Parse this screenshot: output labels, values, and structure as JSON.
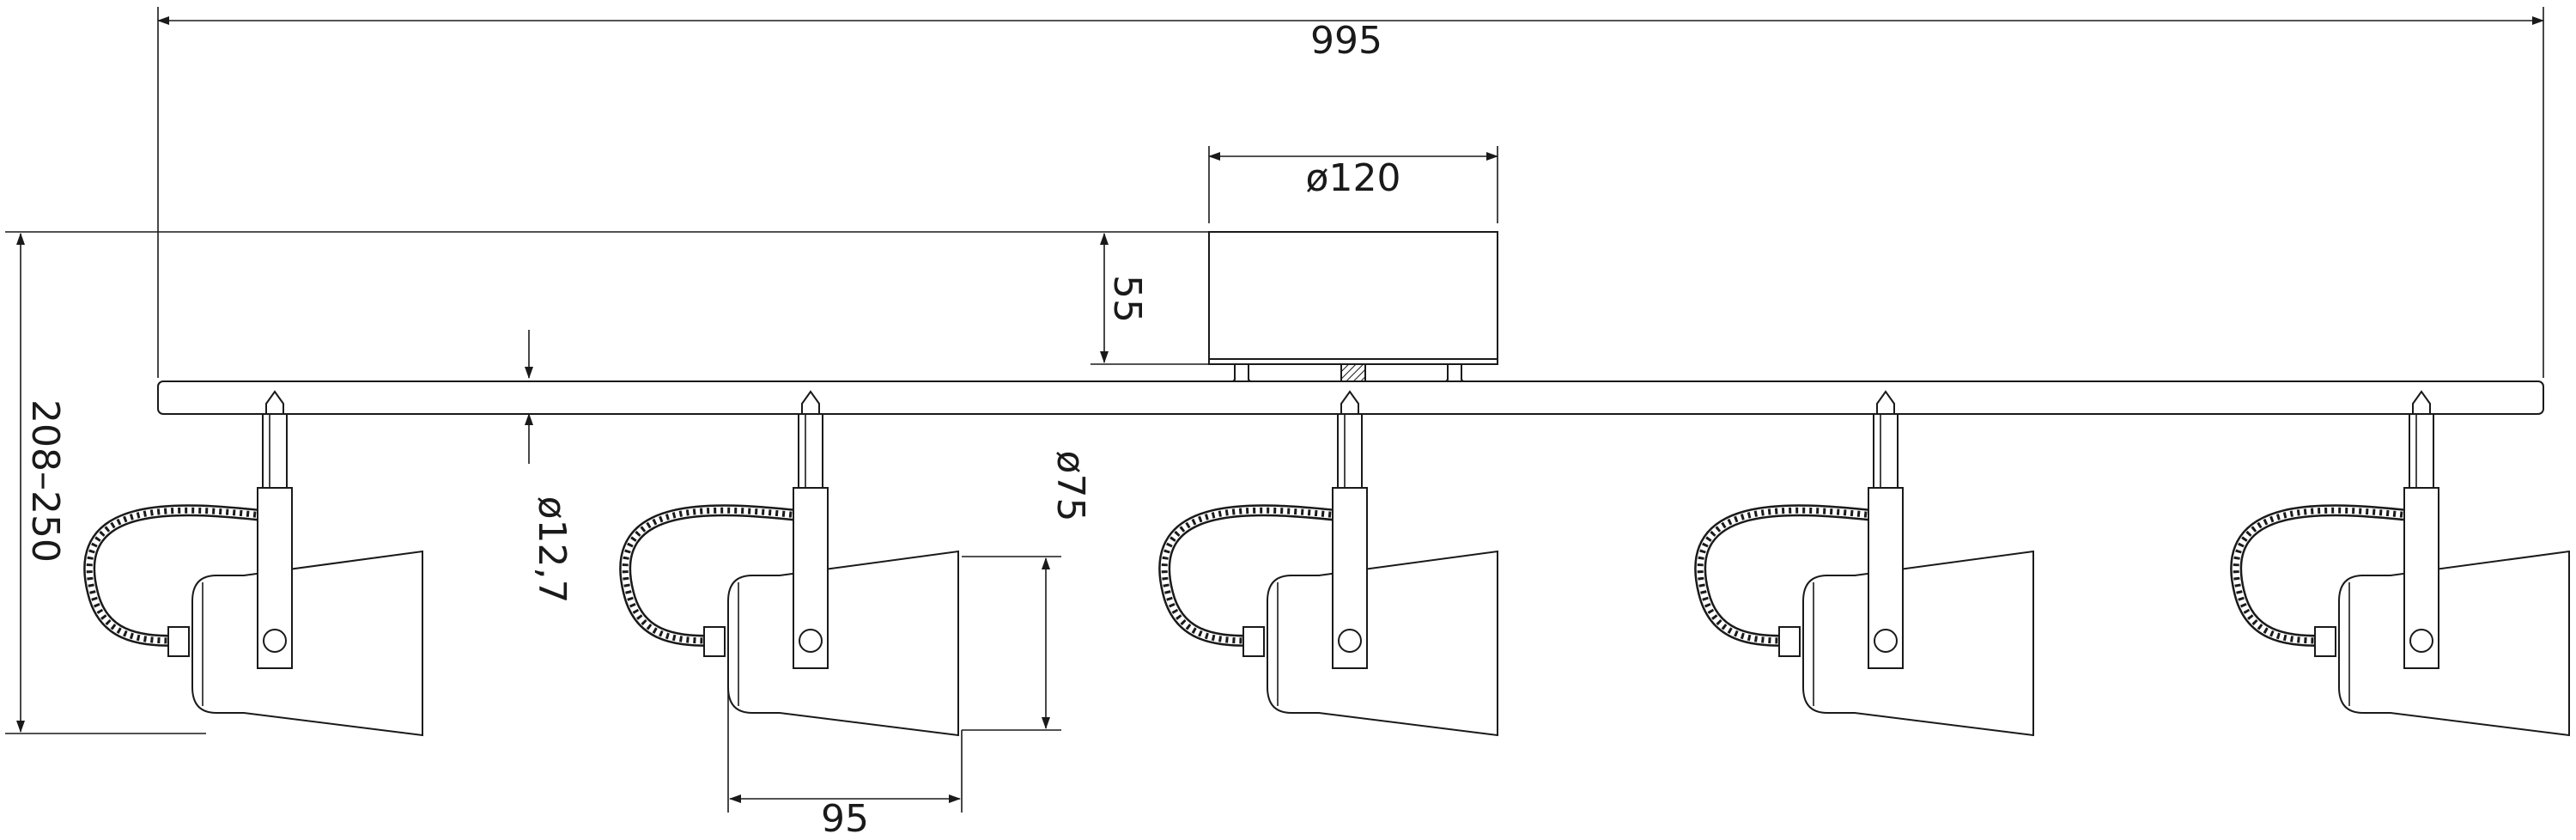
{
  "dimensions": {
    "overall_length": "995",
    "canopy_diameter": "ø120",
    "canopy_height": "55",
    "bar_diameter": "ø12,7",
    "height_range": "208–250",
    "shade_diameter": "ø75",
    "shade_length": "95"
  },
  "spotlight_count": 5,
  "colors": {
    "line": "#1a1a1a",
    "background": "#ffffff"
  }
}
